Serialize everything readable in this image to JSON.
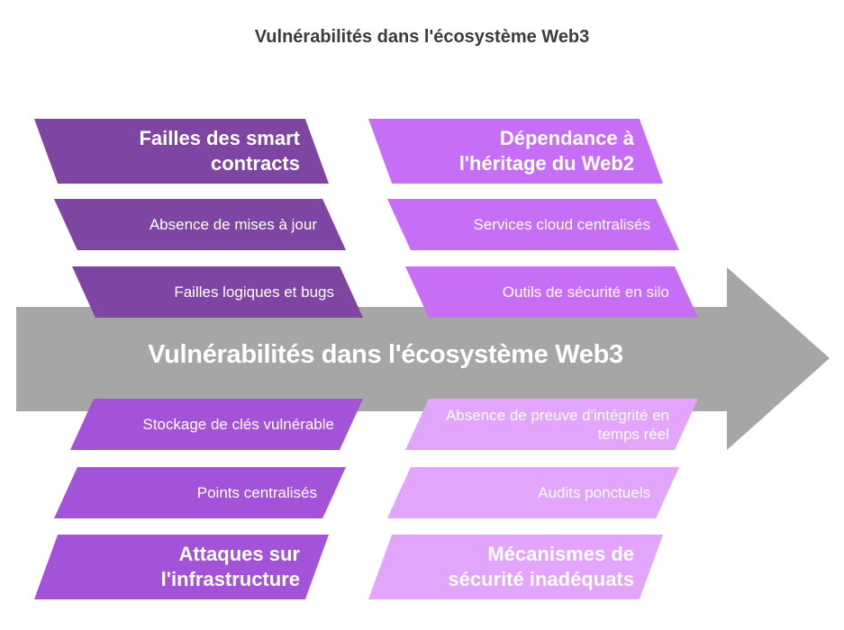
{
  "title": "Vulnérabilités dans l'écosystème Web3",
  "spine_label": "Vulnérabilités dans l'écosystème Web3",
  "colors": {
    "spine": "#a6a6a6",
    "category_1": "#7f45a2",
    "category_2": "#c66ef6",
    "category_3": "#a353d8",
    "category_4": "#e2a5fb"
  },
  "categories": [
    {
      "heading": "Failles des smart contracts",
      "items": [
        "Absence de mises à jour",
        "Failles logiques et bugs"
      ]
    },
    {
      "heading": "Dépendance à l'héritage du Web2",
      "items": [
        "Services cloud centralisés",
        "Outils de sécurité en silo"
      ]
    },
    {
      "heading": "Attaques sur l'infrastructure",
      "items": [
        "Stockage de clés vulnérable",
        "Points centralisés"
      ]
    },
    {
      "heading": "Mécanismes de sécurité inadéquats",
      "items": [
        "Absence de preuve d'intégrité en temps réel",
        "Audits ponctuels"
      ]
    }
  ]
}
